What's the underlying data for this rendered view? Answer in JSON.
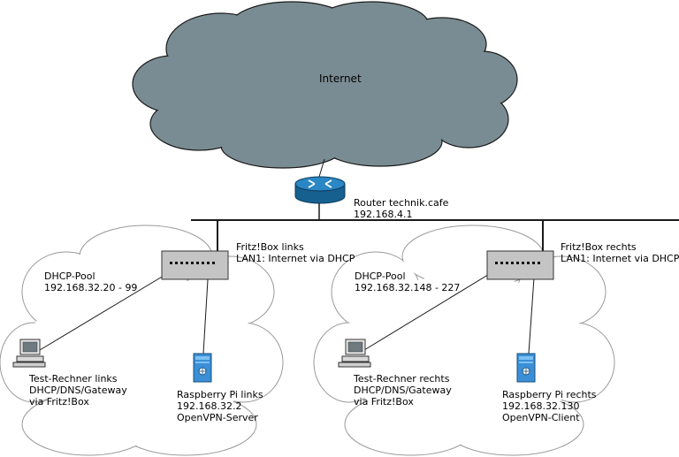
{
  "internet": {
    "label": "Internet"
  },
  "router": {
    "lines": [
      "Router technik.cafe",
      "192.168.4.1"
    ]
  },
  "left": {
    "fritzbox": [
      "Fritz!Box links",
      "LAN1: Internet via DHCP"
    ],
    "pool": [
      "DHCP-Pool",
      "192.168.32.20 - 99"
    ],
    "test_pc": [
      "Test-Rechner links",
      "DHCP/DNS/Gateway",
      "via Fritz!Box"
    ],
    "raspberry": [
      "Raspberry Pi links",
      "192.168.32.2",
      "OpenVPN-Server"
    ]
  },
  "right": {
    "fritzbox": [
      "Fritz!Box rechts",
      "LAN1: Internet via DHCP"
    ],
    "pool": [
      "DHCP-Pool",
      "192.168.32.148 - 227"
    ],
    "test_pc": [
      "Test-Rechner rechts",
      "DHCP/DNS/Gateway",
      "via Fritz!Box"
    ],
    "raspberry": [
      "Raspberry Pi rechts",
      "192.168.32.130",
      "OpenVPN-Client"
    ]
  },
  "colors": {
    "internet_cloud": "#7a8c93",
    "lan_cloud_stroke": "#9a9a9a",
    "switch_fill": "#c4c4c4",
    "router_blue": "#1f7bbf",
    "server_blue": "#3a8fd6"
  }
}
